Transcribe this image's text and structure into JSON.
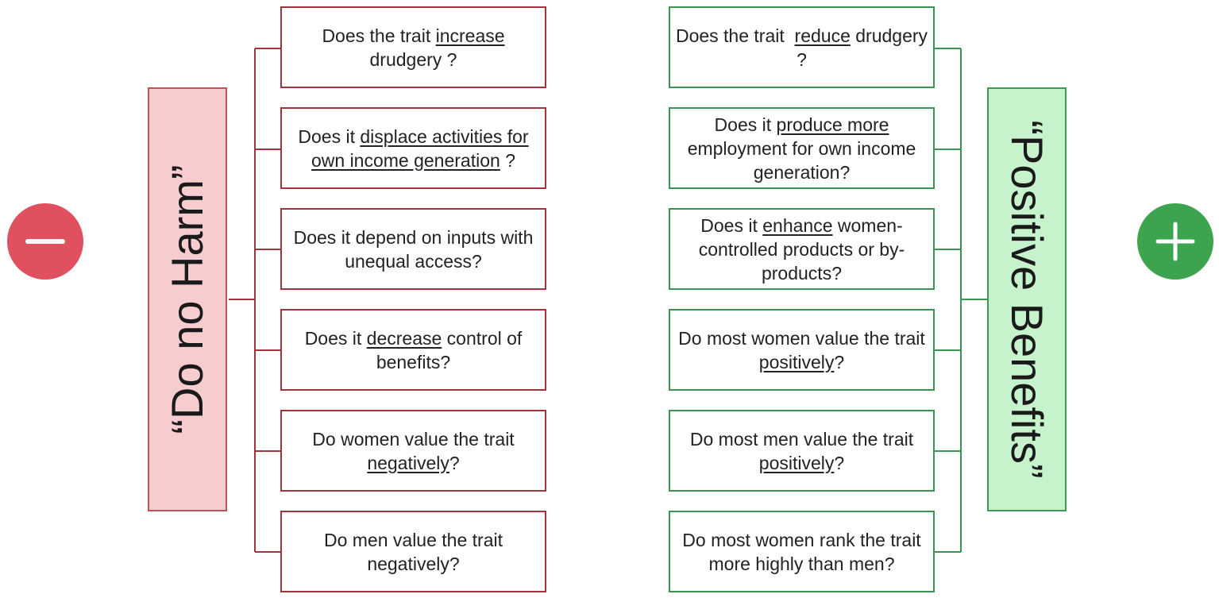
{
  "left": {
    "title": "“Do no Harm”",
    "sign_icon": "minus-icon",
    "color": "#e0505e",
    "boxes": [
      {
        "pre": "Does the trait ",
        "u": "increase",
        "post": " drudgery ?"
      },
      {
        "pre": "Does it ",
        "u": "displace activities for own income generation",
        "post": " ?"
      },
      {
        "pre": "Does it depend on inputs with unequal access?",
        "u": "",
        "post": ""
      },
      {
        "pre": "Does it ",
        "u": "decrease",
        "post": " control of benefits?"
      },
      {
        "pre": "Do women value the trait ",
        "u": "negatively",
        "post": "?"
      },
      {
        "pre": "Do men value the trait negatively?",
        "u": "",
        "post": ""
      }
    ]
  },
  "right": {
    "title": "“Positive Benefits”",
    "sign_icon": "plus-icon",
    "color": "#3ca34f",
    "boxes": [
      {
        "pre": "Does the trait  ",
        "u": "reduce",
        "post": " drudgery ?"
      },
      {
        "pre": "Does it ",
        "u": "produce more",
        "post": " employment for own income generation?"
      },
      {
        "pre": "Does it ",
        "u": "enhance",
        "post": " women-controlled products or by-products?"
      },
      {
        "pre": "Do most women value the trait ",
        "u": "positively",
        "post": "?"
      },
      {
        "pre": "Do most men value the trait ",
        "u": "positively",
        "post": "?"
      },
      {
        "pre": "Do most women rank the trait more highly than men?",
        "u": "",
        "post": ""
      }
    ]
  }
}
